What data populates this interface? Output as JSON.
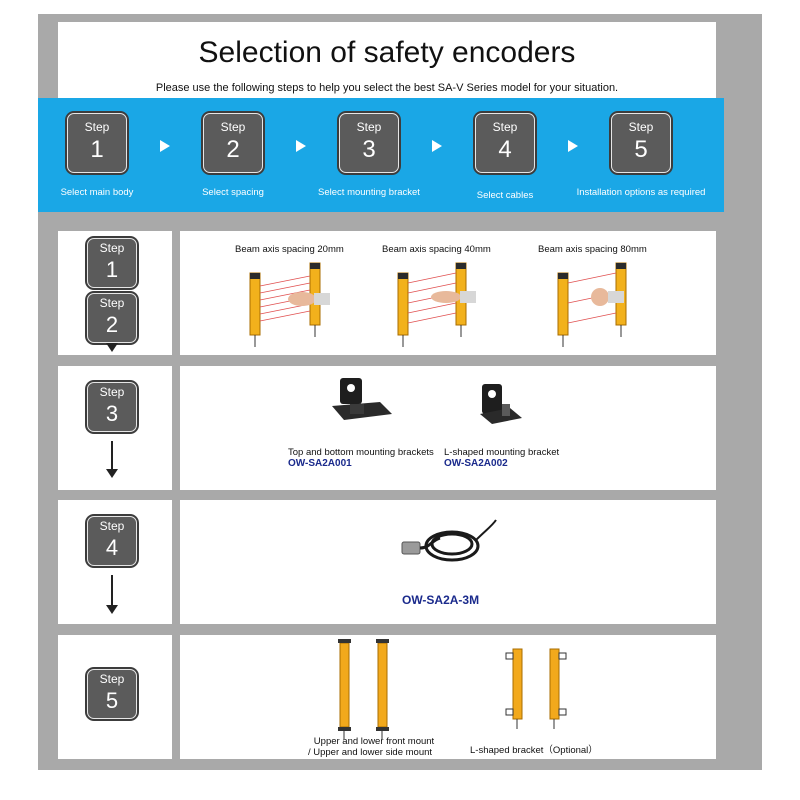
{
  "header": {
    "title": "Selection of safety encoders",
    "subtitle": "Please use the following steps to help you select the best SA-V Series model for your situation."
  },
  "steps": [
    {
      "label": "Step",
      "number": "1",
      "caption": "Select main body"
    },
    {
      "label": "Step",
      "number": "2",
      "caption": "Select spacing"
    },
    {
      "label": "Step",
      "number": "3",
      "caption": "Select mounting bracket"
    },
    {
      "label": "Step",
      "number": "4",
      "caption": "Select cables"
    },
    {
      "label": "Step",
      "number": "5",
      "caption": "Installation options as required"
    }
  ],
  "row1": {
    "step_a": {
      "label": "Step",
      "number": "1"
    },
    "step_b": {
      "label": "Step",
      "number": "2"
    },
    "items": [
      {
        "caption": "Beam axis spacing 20mm"
      },
      {
        "caption": "Beam axis spacing 40mm"
      },
      {
        "caption": "Beam axis spacing 80mm"
      }
    ]
  },
  "row2": {
    "step": {
      "label": "Step",
      "number": "3"
    },
    "items": [
      {
        "caption": "Top and bottom mounting brackets",
        "code": "OW-SA2A001"
      },
      {
        "caption": "L-shaped mounting bracket",
        "code": "OW-SA2A002"
      }
    ]
  },
  "row3": {
    "step": {
      "label": "Step",
      "number": "4"
    },
    "code": "OW-SA2A-3M"
  },
  "row4": {
    "step": {
      "label": "Step",
      "number": "5"
    },
    "items": [
      {
        "caption_line1": "Upper and lower front mount",
        "caption_line2": "/ Upper and lower side mount"
      },
      {
        "caption_line1": "L-shaped bracket（Optional）"
      }
    ]
  },
  "colors": {
    "band": "#1aa7e6",
    "step_box": "#5b5b5b",
    "frame": "#a9a9a9",
    "code": "#1a2a8c",
    "beam_sensor": "#f2b11c"
  }
}
